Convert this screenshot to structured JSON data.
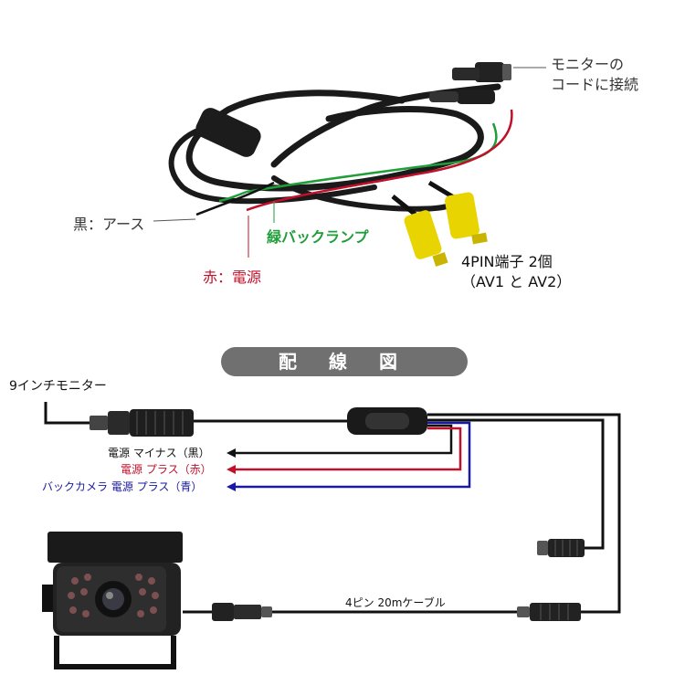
{
  "top": {
    "monitor_connect_line1": "モニターの",
    "monitor_connect_line2": "コードに接続",
    "black_ground": "黒：アース",
    "green_back_lamp": "緑バックランプ",
    "red_power": "赤：電源",
    "pin_terminal_line1": "4PIN端子  2個",
    "pin_terminal_line2": "（AV1  と  AV2）"
  },
  "banner": {
    "title": "配 線 図"
  },
  "bottom": {
    "monitor_label": "9インチモニター",
    "wire_black": "電源 マイナス（黒）",
    "wire_red": "電源 プラス（赤）",
    "wire_blue": "バックカメラ 電源 プラス（青）",
    "cable_label": "4ピン 20mケーブル"
  },
  "colors": {
    "wire_black": "#111111",
    "wire_red": "#c0102a",
    "wire_blue": "#1a1aa0",
    "wire_green": "#1f9e3a",
    "rca_yellow": "#e8d400",
    "banner": "#707070"
  }
}
